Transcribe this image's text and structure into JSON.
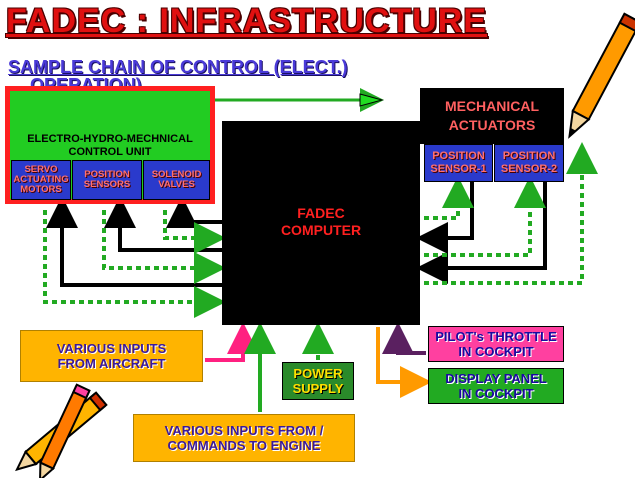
{
  "title": "FADEC : INFRASTRUCTURE",
  "subtitle": {
    "line1": "SAMPLE CHAIN OF CONTROL (ELECT.)",
    "line2": "OPERATION)"
  },
  "ehm_unit": {
    "label_line1": "ELECTRO-HYDRO-MECHNICAL",
    "label_line2": "CONTROL UNIT",
    "servo": [
      "SERVO",
      "ACTUATING",
      "MOTORS"
    ],
    "position": [
      "POSITION",
      "SENSORS"
    ],
    "solenoid": [
      "SOLENOID",
      "VALVES"
    ]
  },
  "fadec_computer": {
    "line1": "FADEC",
    "line2": "COMPUTER"
  },
  "mechanical": {
    "line1": "MECHANICAL",
    "line2": "ACTUATORS",
    "sensor1": [
      "POSITION",
      "SENSOR-1"
    ],
    "sensor2": [
      "POSITION",
      "SENSOR-2"
    ]
  },
  "various_inputs": {
    "line1": "VARIOUS INPUTS",
    "line2": "FROM AIRCRAFT"
  },
  "power_supply": {
    "line1": "POWER",
    "line2": "SUPPLY"
  },
  "pilot_throttle": {
    "line1": "PILOT's THROTTLE",
    "line2": "IN COCKPIT"
  },
  "display_panel": {
    "line1": "DISPLAY PANEL",
    "line2": "IN COCKPIT"
  },
  "commands": {
    "line1": "VARIOUS INPUTS FROM /",
    "line2": "COMMANDS TO ENGINE"
  },
  "colors": {
    "title": "#e01010",
    "subtitle": "#4a3ad8",
    "ehm_fill": "#22cc22",
    "ehm_border": "#ff2020",
    "sub_box": "#2a3acc",
    "fadec": "#000000",
    "orange_box": "#ffb400",
    "pink": "#ff40a0",
    "power": "#2a8a2a",
    "dotted_arrow": "#22aa22",
    "orange_arrow": "#ff9a00",
    "purple_arrow": "#5a2060"
  }
}
